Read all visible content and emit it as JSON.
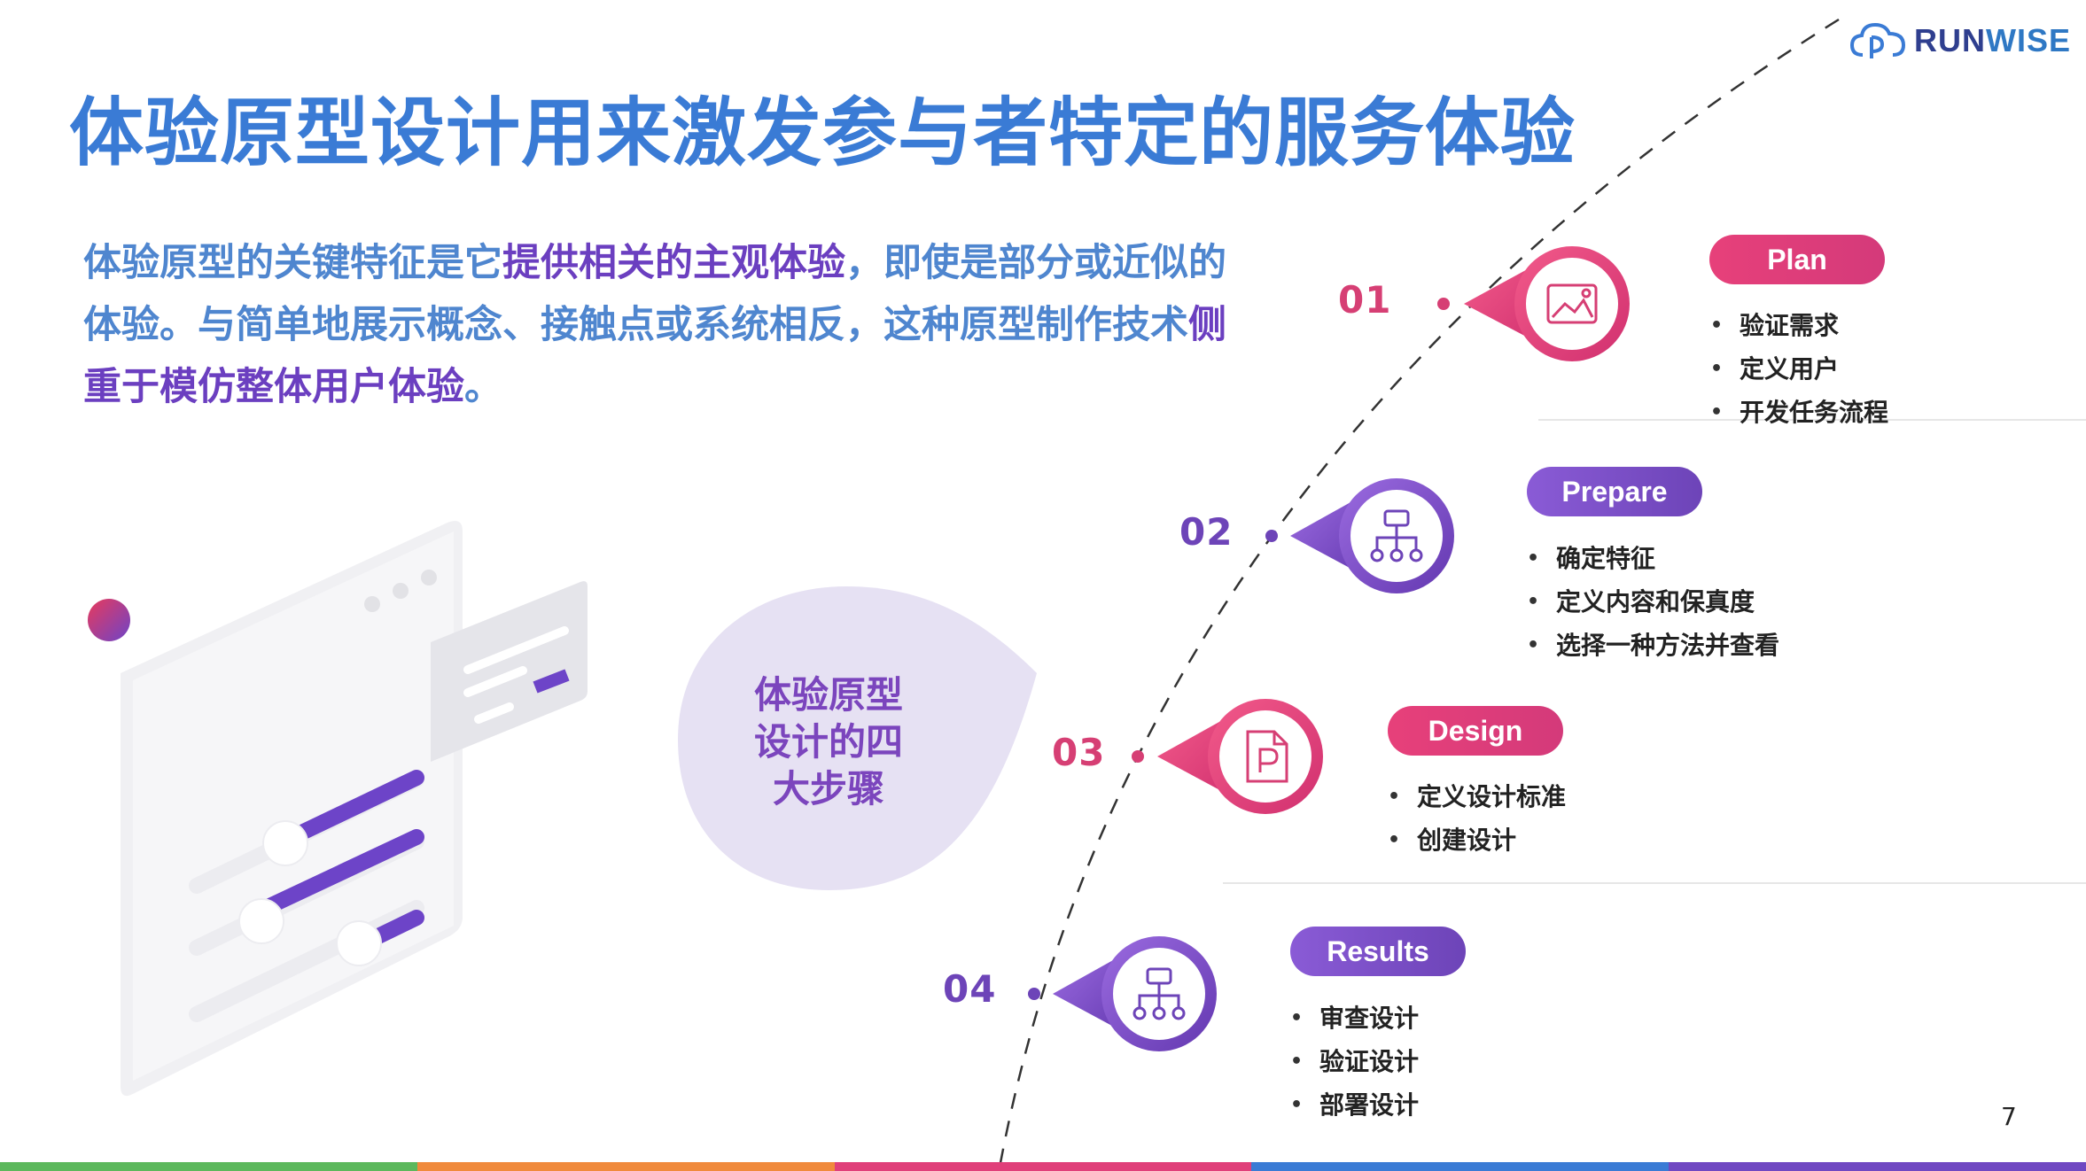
{
  "logo": {
    "text_a": "RUN",
    "text_b": "WISE"
  },
  "title": "体验原型设计用来激发参与者特定的服务体验",
  "intro": {
    "p1": "体验原型的关键特征是它",
    "p2": "提供相关的主观体验",
    "p3": "，即使是部分或近似的体验。与简单地展示概念、接触点或系统相反，这种原型制作技术",
    "p4": "侧重于模仿整体用户体验",
    "p5": "。"
  },
  "center": {
    "line1": "体验原型",
    "line2": "设计的四",
    "line3": "大步骤"
  },
  "steps": [
    {
      "num": "01",
      "label": "Plan",
      "items": [
        "验证需求",
        "定义用户",
        "开发任务流程"
      ],
      "icon": "image-icon"
    },
    {
      "num": "02",
      "label": "Prepare",
      "items": [
        "确定特征",
        "定义内容和保真度",
        "选择一种方法并查看"
      ],
      "icon": "sitemap-icon"
    },
    {
      "num": "03",
      "label": "Design",
      "items": [
        "定义设计标准",
        "创建设计"
      ],
      "icon": "document-p-icon"
    },
    {
      "num": "04",
      "label": "Results",
      "items": [
        "审查设计",
        "验证设计",
        "部署设计"
      ],
      "icon": "sitemap-icon"
    }
  ],
  "page_number": "7",
  "colors": {
    "pink": "#e0407a",
    "purple": "#7048c2",
    "title_blue": "#3a7bd5",
    "bar": [
      "#5cb85c",
      "#f08a3c",
      "#e0407a",
      "#3a7bd5",
      "#7048c2"
    ]
  }
}
